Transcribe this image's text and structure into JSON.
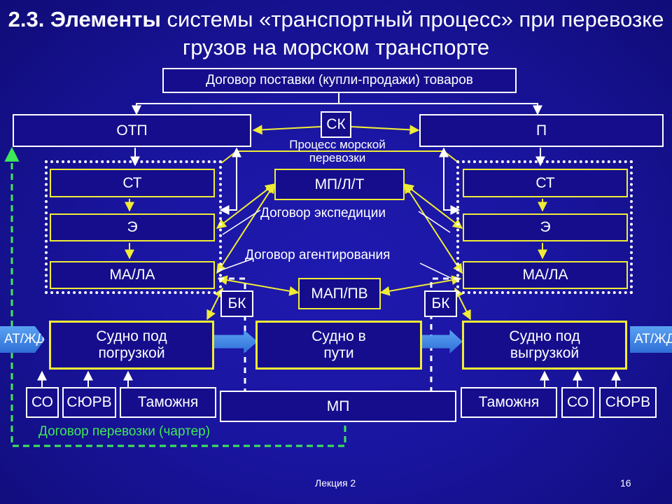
{
  "title": {
    "lead": "2.3. Элементы",
    "rest": " системы «транспортный процесс» при перевозке грузов на морском транспорте"
  },
  "boxes": {
    "contract_supply": "Договор поставки (купли-продажи) товаров",
    "otp": "ОТП",
    "sk": "СК",
    "p": "П",
    "st_left": "СТ",
    "e_left": "Э",
    "mala_left": "МА/ЛА",
    "st_right": "СТ",
    "e_right": "Э",
    "mala_right": "МА/ЛА",
    "mplt": "МП/Л/Т",
    "mappv": "МАП/ПВ",
    "bk_left": "БК",
    "bk_right": "БК",
    "ship_loading": "Судно под погрузкой",
    "ship_transit": "Судно в пути",
    "ship_unloading": "Судно под выгрузкой",
    "co_left": "СО",
    "siurv_left": "СЮРВ",
    "customs_left": "Таможня",
    "mp": "МП",
    "customs_right": "Таможня",
    "co_right": "СО",
    "siurv_right": "СЮРВ"
  },
  "labels": {
    "process": "Процесс морской перевозки",
    "expedition": "Договор экспедиции",
    "agency": "Договор агентирования",
    "charter": "Договор перевозки (чартер)",
    "at_left": "АТ/ЖД",
    "at_right": "АТ/ЖД"
  },
  "footer": {
    "lecture": "Лекция 2",
    "page": "16"
  },
  "colors": {
    "background": "#1a15a0",
    "box_fill": "#150d8c",
    "yellow": "#f0ec36",
    "green": "#3ee858",
    "white": "#ffffff",
    "blue_arrow": "#3f85e6"
  }
}
